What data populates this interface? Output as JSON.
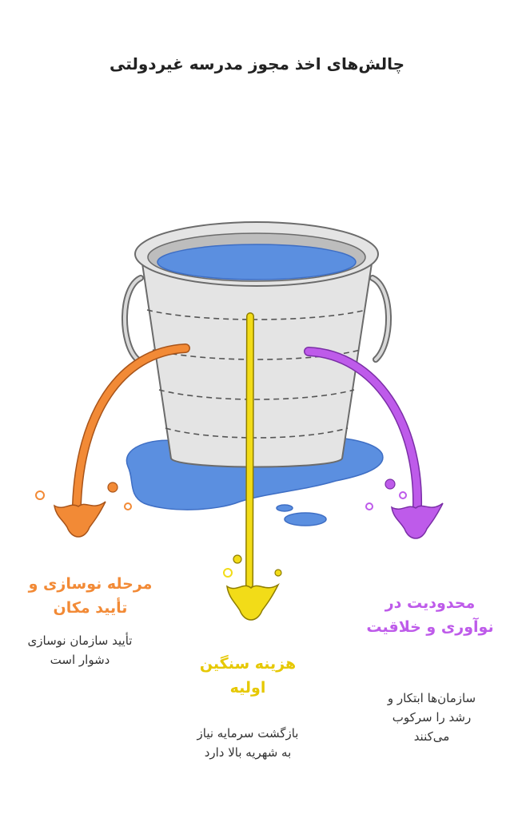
{
  "title": "چالش‌های اخذ مجوز مدرسه غیردولتی",
  "colors": {
    "orange": "#F28A36",
    "yellow": "#F2DC18",
    "purple": "#BE5BEA",
    "water": "#5B8FE0",
    "bucket": "#E4E4E4",
    "outline": "#6B6B6B"
  },
  "items": [
    {
      "heading_line1": "مرحله نوسازی و",
      "heading_line2": "تأیید مکان",
      "desc_line1": "تأیید سازمان نوسازی",
      "desc_line2": "دشوار است"
    },
    {
      "heading_line1": "هزینه سنگین",
      "heading_line2": "اولیه",
      "desc_line1": "بازگشت سرمایه نیاز",
      "desc_line2": "به شهریه بالا دارد"
    },
    {
      "heading_line1": "محدودیت در",
      "heading_line2": "نوآوری و خلاقیت",
      "desc_line1": "سازمان‌ها ابتکار و",
      "desc_line2": "رشد را سرکوب",
      "desc_line3": "می‌کنند"
    }
  ]
}
